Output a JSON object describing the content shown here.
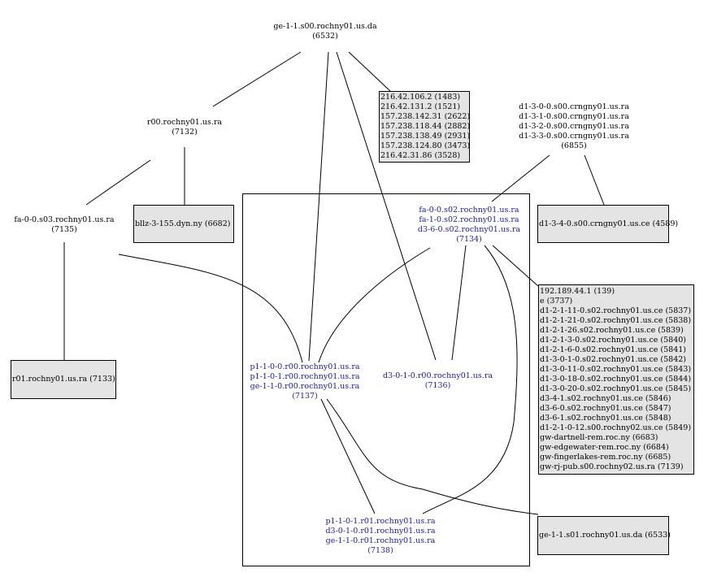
{
  "nodes": {
    "ge_s00": {
      "lines": [
        "ge-1-1.s00.rochny01.us.da",
        "(6532)"
      ]
    },
    "r00": {
      "lines": [
        "r00.rochny01.us.ra",
        "(7132)"
      ]
    },
    "fa_s03": {
      "lines": [
        "fa-0-0.s03.rochny01.us.ra",
        "(7135)"
      ]
    },
    "d1_s00": {
      "lines": [
        "d1-3-0-0.s00.crngny01.us.ra",
        "d1-3-1-0.s00.crngny01.us.ra",
        "d1-3-2-0.s00.crngny01.us.ra",
        "d1-3-3-0.s00.crngny01.us.ra",
        "(6855)"
      ]
    },
    "fa_s02": {
      "lines": [
        "fa-0-0.s02.rochny01.us.ra",
        "fa-1-0.s02.rochny01.us.ra",
        "d3-6-0.s02.rochny01.us.ra",
        "(7134)"
      ]
    },
    "p1_r00": {
      "lines": [
        "p1-1-0-0.r00.rochny01.us.ra",
        "p1-1-0-1.r00.rochny01.us.ra",
        "ge-1-1-0.r00.rochny01.us.ra",
        "(7137)"
      ]
    },
    "d3_r00": {
      "lines": [
        "d3-0-1-0.r00.rochny01.us.ra",
        "(7136)"
      ]
    },
    "p1_r01": {
      "lines": [
        "p1-1-0-1.r01.rochny01.us.ra",
        "d3-0-1-0.r01.rochny01.us.ra",
        "ge-1-1-0.r01.rochny01.us.ra",
        "(7138)"
      ]
    }
  },
  "boxes": {
    "ips": {
      "lines": [
        "216.42.106.2 (1483)",
        "216.42.131.2 (1521)",
        "157.238.142.31 (2622)",
        "157.238.118.44 (2882)",
        "157.238.138.49 (2931)",
        "157.238.124.80 (3473)",
        "216.42.31.86 (3528)"
      ]
    },
    "bllz": {
      "lines": [
        "bllz-3-155.dyn.ny (6682)"
      ]
    },
    "d1_ce": {
      "lines": [
        "d1-3-4-0.s00.crngny01.us.ce (4589)"
      ]
    },
    "r01_ra": {
      "lines": [
        "r01.rochny01.us.ra (7133)"
      ]
    },
    "big": {
      "lines": [
        "192.189.44.1 (139)",
        "e (3737)",
        "d1-2-1-11-0.s02.rochny01.us.ce (5837)",
        "d1-2-1-21-0.s02.rochny01.us.ce (5838)",
        "d1-2-1-26.s02.rochny01.us.ce (5839)",
        "d1-2-1-3-0.s02.rochny01.us.ce (5840)",
        "d1-2-1-6-0.s02.rochny01.us.ce (5841)",
        "d1-3-0-1-0.s02.rochny01.us.ce (5842)",
        "d1-3-0-11-0.s02.rochny01.us.ce (5843)",
        "d1-3-0-18-0.s02.rochny01.us.ce (5844)",
        "d1-3-0-20-0.s02.rochny01.us.ce (5845)",
        "d3-4-1.s02.rochny01.us.ce (5846)",
        "d3-6-0.s02.rochny01.us.ce (5847)",
        "d3-6-1.s02.rochny01.us.ce (5848)",
        "d1-2-1-0-12.s00.rochny02.us.ce (5849)",
        "gw-dartnell-rem.roc.ny (6683)",
        "gw-edgewater-rem.roc.ny (6684)",
        "gw-fingerlakes-rem.roc.ny (6685)",
        "gw-rj-pub.s00.rochny02.us.ra (7139)"
      ]
    },
    "ge_s01": {
      "lines": [
        "ge-1-1.s01.rochny01.us.da (6533)"
      ]
    }
  },
  "colors": {
    "cluster_node_text": "#1a1aa8",
    "box_fill": "#e4e4e4"
  }
}
